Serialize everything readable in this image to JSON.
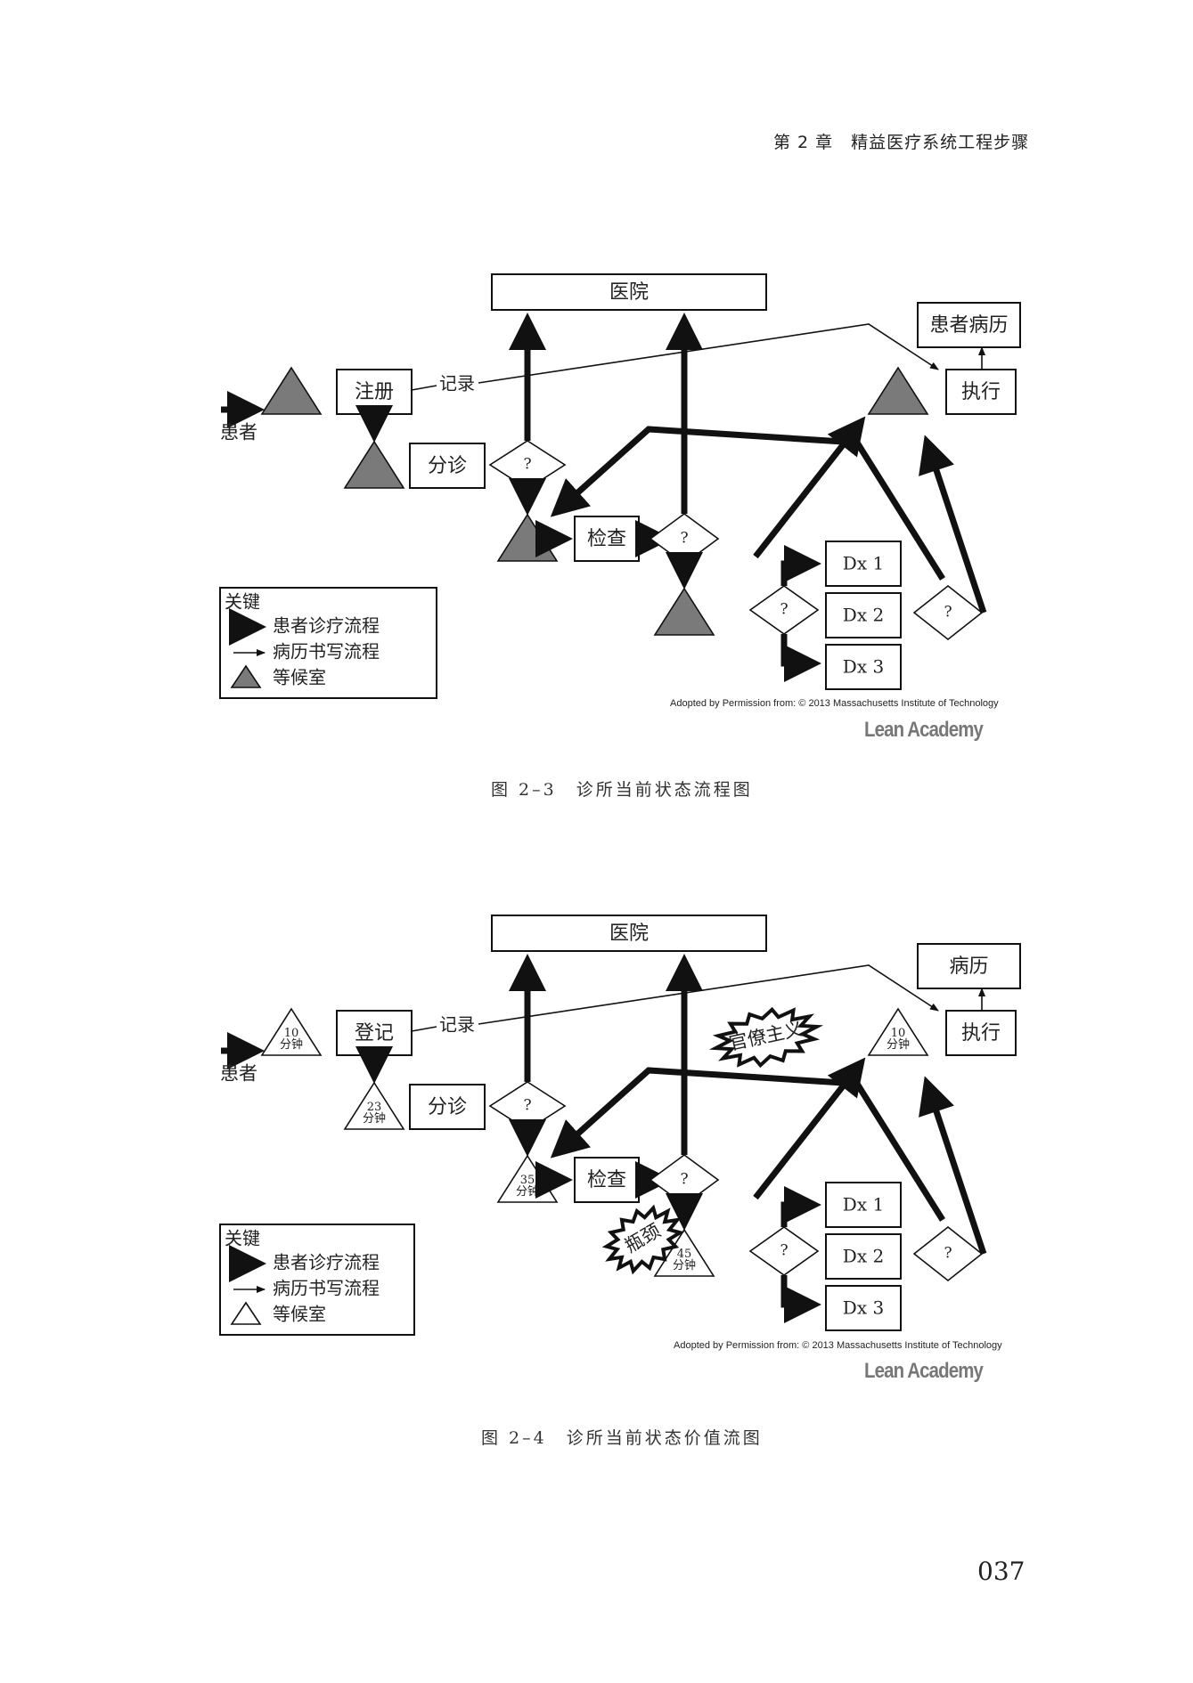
{
  "header": {
    "running_head": "第 2 章　精益医疗系统工程步骤"
  },
  "colors": {
    "waiting_fill": "#7a7a7a",
    "stroke": "#111111",
    "logo": "#777777"
  },
  "figure1": {
    "caption": "图 2–3　诊所当前状态流程图",
    "credit": "Adopted by Permission from: © 2013 Massachusetts Institute of Technology",
    "logo": "Lean Academy",
    "patient_label": "患者",
    "boxes": {
      "hospital": "医院",
      "register": "注册",
      "triage": "分诊",
      "exam": "检查",
      "record": "患者病历",
      "execute": "执行",
      "dx1": "Dx 1",
      "dx2": "Dx 2",
      "dx3": "Dx 3"
    },
    "record_line_label": "记录",
    "decision_label": "?",
    "waiting_times": [
      "",
      "",
      "",
      "",
      ""
    ],
    "callouts": [],
    "legend": {
      "title": "关键",
      "items": [
        "患者诊疗流程",
        "病历书写流程",
        "等候室"
      ],
      "waiting_style": "filled"
    }
  },
  "figure2": {
    "caption": "图 2–4　诊所当前状态价值流图",
    "credit": "Adopted by Permission from: © 2013 Massachusetts Institute of Technology",
    "logo": "Lean Academy",
    "patient_label": "患者",
    "boxes": {
      "hospital": "医院",
      "register": "登记",
      "triage": "分诊",
      "exam": "检查",
      "record": "病历",
      "execute": "执行",
      "dx1": "Dx 1",
      "dx2": "Dx 2",
      "dx3": "Dx 3"
    },
    "record_line_label": "记录",
    "decision_label": "?",
    "waiting_times": [
      {
        "value": "10",
        "unit": "分钟"
      },
      {
        "value": "23",
        "unit": "分钟"
      },
      {
        "value": "35",
        "unit": "分钟"
      },
      {
        "value": "45",
        "unit": "分钟"
      },
      {
        "value": "10",
        "unit": "分钟"
      }
    ],
    "callouts": [
      "官僚主义",
      "瓶颈"
    ],
    "legend": {
      "title": "关键",
      "items": [
        "患者诊疗流程",
        "病历书写流程",
        "等候室"
      ],
      "waiting_style": "outline"
    }
  },
  "page": {
    "number": "037"
  }
}
